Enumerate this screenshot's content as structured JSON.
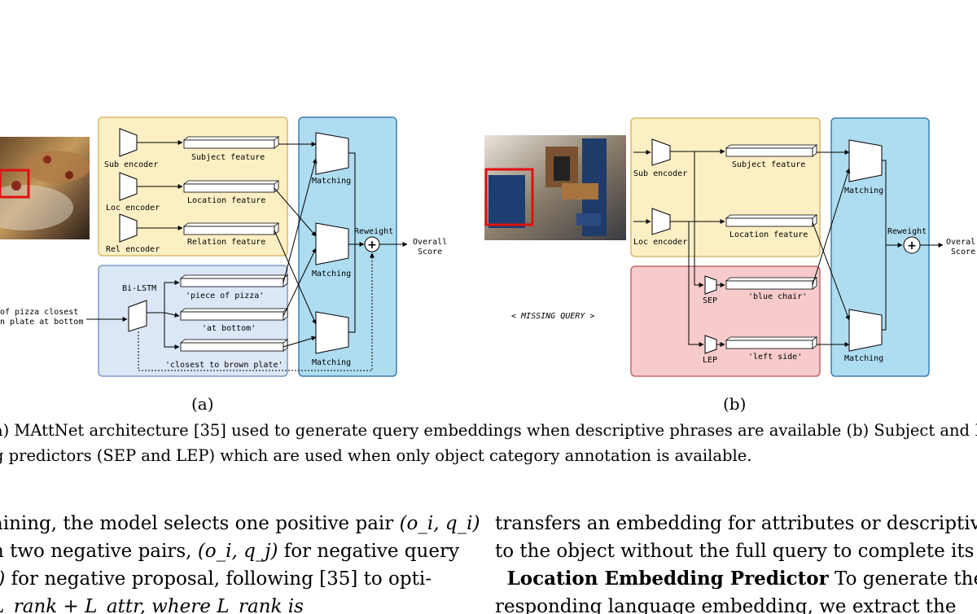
{
  "figure_a": {
    "sublabel": "(a)",
    "encoders": [
      "Sub encoder",
      "Loc encoder",
      "Rel encoder"
    ],
    "features": [
      "Subject feature",
      "Location feature",
      "Relation feature"
    ],
    "language_encoder": "Bi-LSTM",
    "phrases": [
      "'piece of pizza'",
      "'at bottom'",
      "'closest to brown plate'"
    ],
    "matching": [
      "Matching",
      "Matching",
      "Matching"
    ],
    "reweight": "Reweight",
    "plus": "+",
    "output": [
      "Overall",
      "Score"
    ],
    "query": [
      "of pizza closest",
      "n plate at bottom"
    ]
  },
  "figure_b": {
    "sublabel": "(b)",
    "encoders": [
      "Sub encoder",
      "Loc encoder"
    ],
    "features": [
      "Subject feature",
      "Location feature"
    ],
    "predictors": [
      "SEP",
      "LEP"
    ],
    "phrases": [
      "'blue chair'",
      "'left side'"
    ],
    "matching": [
      "Matching",
      "Matching"
    ],
    "reweight": "Reweight",
    "plus": "+",
    "output": [
      "Overal",
      "Score"
    ],
    "missing_query": "< MISSING QUERY >"
  },
  "caption": {
    "line1": "a) MAttNet architecture [35] used to generate query embeddings when descriptive phrases are available (b) Subject and Lo",
    "line2": "g predictors (SEP and LEP) which are used when only object category annotation is available."
  },
  "left_column": {
    "line1_text": "aining, the model selects one positive pair ",
    "line1_math": "(o_i, q_i)",
    "line2_text": "n two negative pairs, ",
    "line2_math": "(o_i, q_j)",
    "line2_tail": " for negative query",
    "line3_math": "i)",
    "line3_text": " for negative proposal, following [35] to opti-",
    "line4_text": "L_rank + L_attr, where L_rank is"
  },
  "right_column": {
    "line1": "transfers an embedding for attributes or descriptive v",
    "line2": "to the object without the full query to complete its attr",
    "line3_bold": "Location Embedding Predictor",
    "line3_text": " To generate the",
    "line4": "responding language embedding, we extract the"
  },
  "colors": {
    "visual_bg": "#fcefc4",
    "visual_border": "#d9b96a",
    "language_bg": "#dbe6f6",
    "language_border": "#7f9cc7",
    "matching_bg": "#aedcf0",
    "matching_border": "#3f7fb0",
    "predictor_bg": "#f7cbcb",
    "predictor_border": "#c46a6a",
    "bbox_red": "#e01010"
  },
  "icons": [
    "image-pizza",
    "image-room",
    "plus-circle-icon",
    "arrow-icon"
  ]
}
